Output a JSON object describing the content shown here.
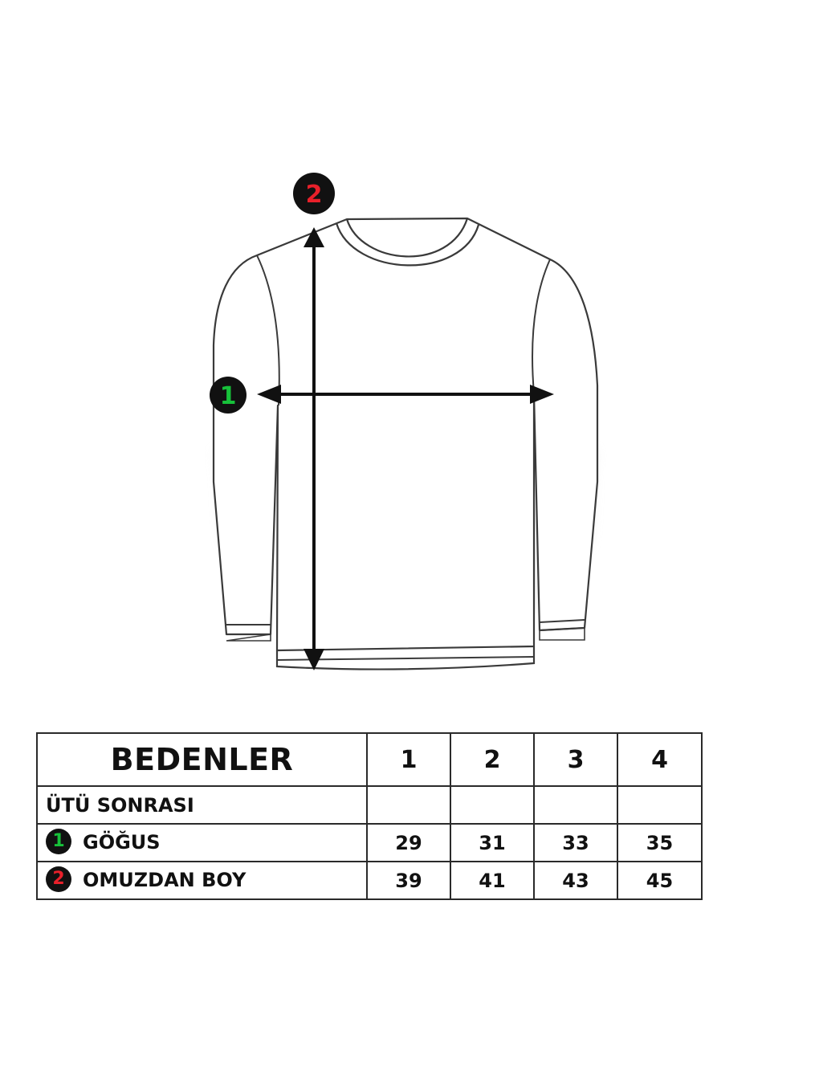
{
  "markers": {
    "chest": {
      "number": "1",
      "color": "#17c13a"
    },
    "length": {
      "number": "2",
      "color": "#e8202a"
    }
  },
  "table": {
    "title": "BEDENLER",
    "sizes": [
      "1",
      "2",
      "3",
      "4"
    ],
    "rows": [
      {
        "label": "ÜTÜ SONRASI",
        "badge": "",
        "values": [
          "",
          "",
          "",
          ""
        ]
      },
      {
        "label": "GÖĞUS",
        "badge": "1",
        "values": [
          "29",
          "31",
          "33",
          "35"
        ]
      },
      {
        "label": "OMUZDAN BOY",
        "badge": "2",
        "values": [
          "39",
          "41",
          "43",
          "45"
        ]
      }
    ]
  },
  "colors": {
    "outline": "#3a3a3a",
    "arrow": "#111111",
    "shading": "#cfcfcf"
  },
  "icons": [
    "sweatshirt-outline-icon",
    "vertical-arrow-icon",
    "horizontal-arrow-icon"
  ]
}
